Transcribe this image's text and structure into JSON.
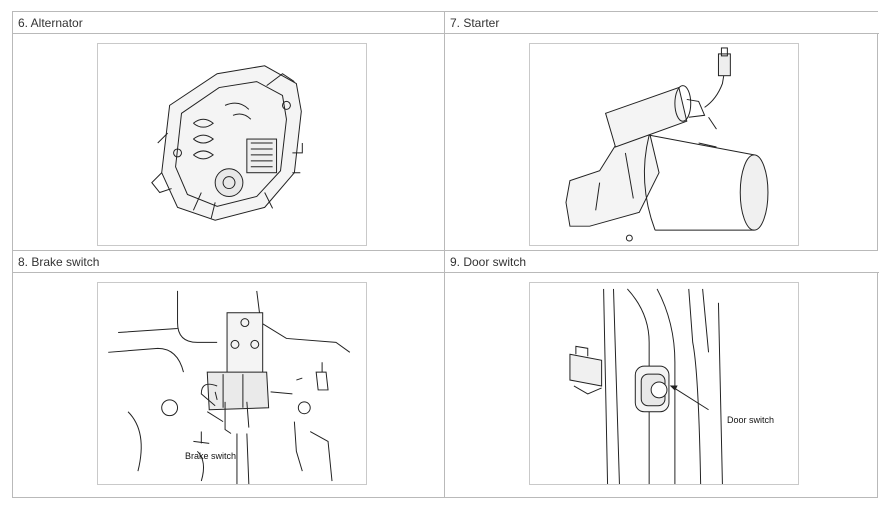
{
  "cells": [
    {
      "title": "6. Alternator"
    },
    {
      "title": "7. Starter"
    },
    {
      "title": "8. Brake switch",
      "callout": "Brake switch"
    },
    {
      "title": "9. Door switch",
      "callout": "Door switch"
    }
  ]
}
